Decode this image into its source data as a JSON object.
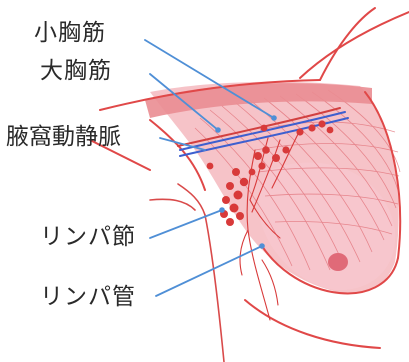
{
  "labels": {
    "pectoralis_minor": "小胸筋",
    "pectoralis_major": "大胸筋",
    "axillary_artery_vein": "腋窩動静脈",
    "lymph_node": "リンパ節",
    "lymph_vessel": "リンパ管"
  },
  "colors": {
    "muscle_fill": "#f3a9b2",
    "muscle_light": "#f8c9cf",
    "muscle_band": "#e98a8f",
    "body_outline": "#e04848",
    "vessel_blue": "#3d5fcf",
    "leader_blue": "#4f8fd6",
    "lymph_red": "#d83a3a",
    "nipple": "#e06a78"
  }
}
